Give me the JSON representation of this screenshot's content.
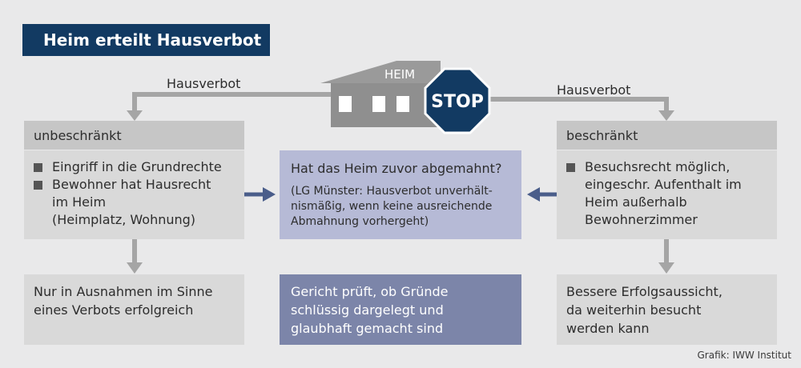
{
  "title": "Heim erteilt Hausverbot",
  "house": {
    "label": "HEIM",
    "stop": "STOP"
  },
  "arrow_left_label": "Hausverbot",
  "arrow_right_label": "Hausverbot",
  "left": {
    "header": "unbeschränkt",
    "bullets": [
      "Eingriff in die Grundrechte",
      "Bewohner hat Hausrecht",
      "im Heim",
      "(Heimplatz, Wohnung)"
    ],
    "result": [
      "Nur in Ausnahmen im Sinne",
      "eines Verbots erfolgreich"
    ]
  },
  "center": {
    "question": "Hat das Heim zuvor abgemahnt?",
    "note": [
      "(LG Münster: Hausverbot unverhält-",
      "nismäßig, wenn keine ausreichende",
      "Abmahnung vorhergeht)"
    ],
    "result": [
      "Gericht prüft, ob Gründe",
      "schlüssig dargelegt und",
      "glaubhaft gemacht sind"
    ]
  },
  "right": {
    "header": "beschränkt",
    "bullets": [
      "Besuchsrecht möglich,",
      "eingeschr. Aufenthalt im",
      "Heim außerhalb",
      "Bewohnerzimmer"
    ],
    "result": [
      "Bessere Erfolgsaussicht,",
      "da weiterhin besucht",
      "werden kann"
    ]
  },
  "credit": "Grafik: IWW Institut",
  "colors": {
    "title_bg": "#123a62",
    "stop": "#123a62",
    "arrow_blue": "#4a5d8a",
    "arrow_gray": "#a5a5a5",
    "house": "#8f8f8f"
  }
}
